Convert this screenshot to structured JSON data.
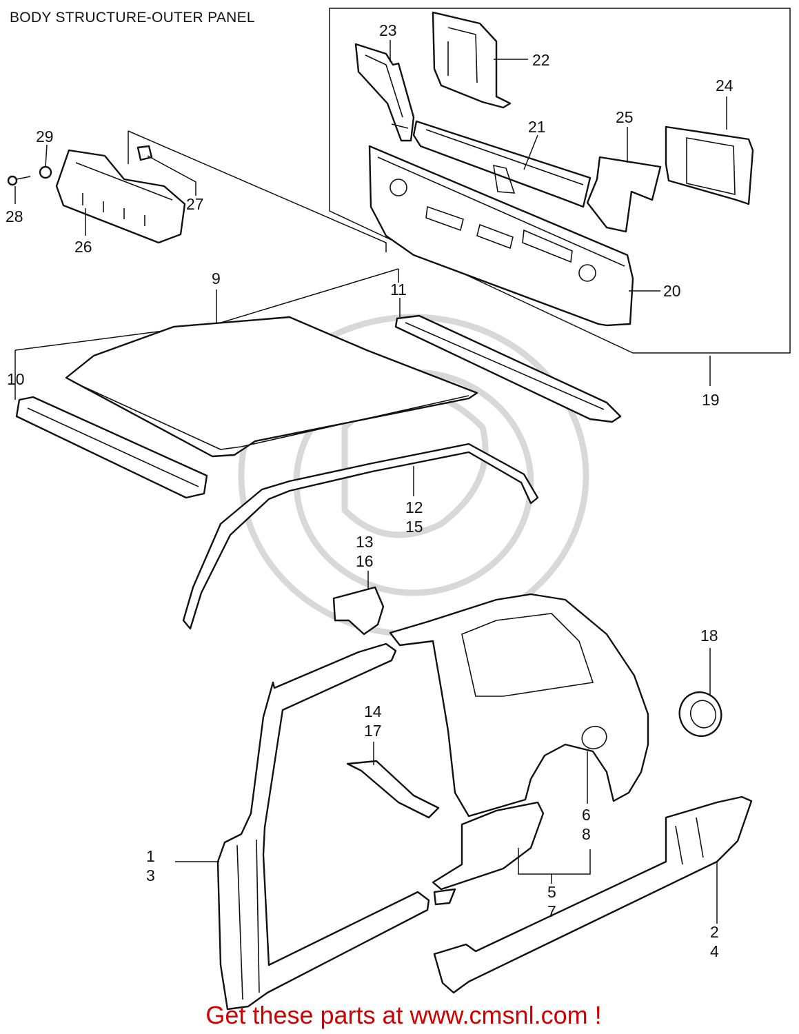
{
  "title": "BODY STRUCTURE-OUTER PANEL",
  "promo": "Get these parts at www.cmsnl.com !",
  "callouts": {
    "c1_3": [
      "1",
      "3"
    ],
    "c2_4": [
      "2",
      "4"
    ],
    "c5_7": [
      "5",
      "7"
    ],
    "c6_8": [
      "6",
      "8"
    ],
    "c9": "9",
    "c10": "10",
    "c11": "11",
    "c12_15": [
      "12",
      "15"
    ],
    "c13_16": [
      "13",
      "16"
    ],
    "c14_17": [
      "14",
      "17"
    ],
    "c18": "18",
    "c19": "19",
    "c20": "20",
    "c21": "21",
    "c22": "22",
    "c23": "23",
    "c24": "24",
    "c25": "25",
    "c26": "26",
    "c27": "27",
    "c28": "28",
    "c29": "29"
  }
}
